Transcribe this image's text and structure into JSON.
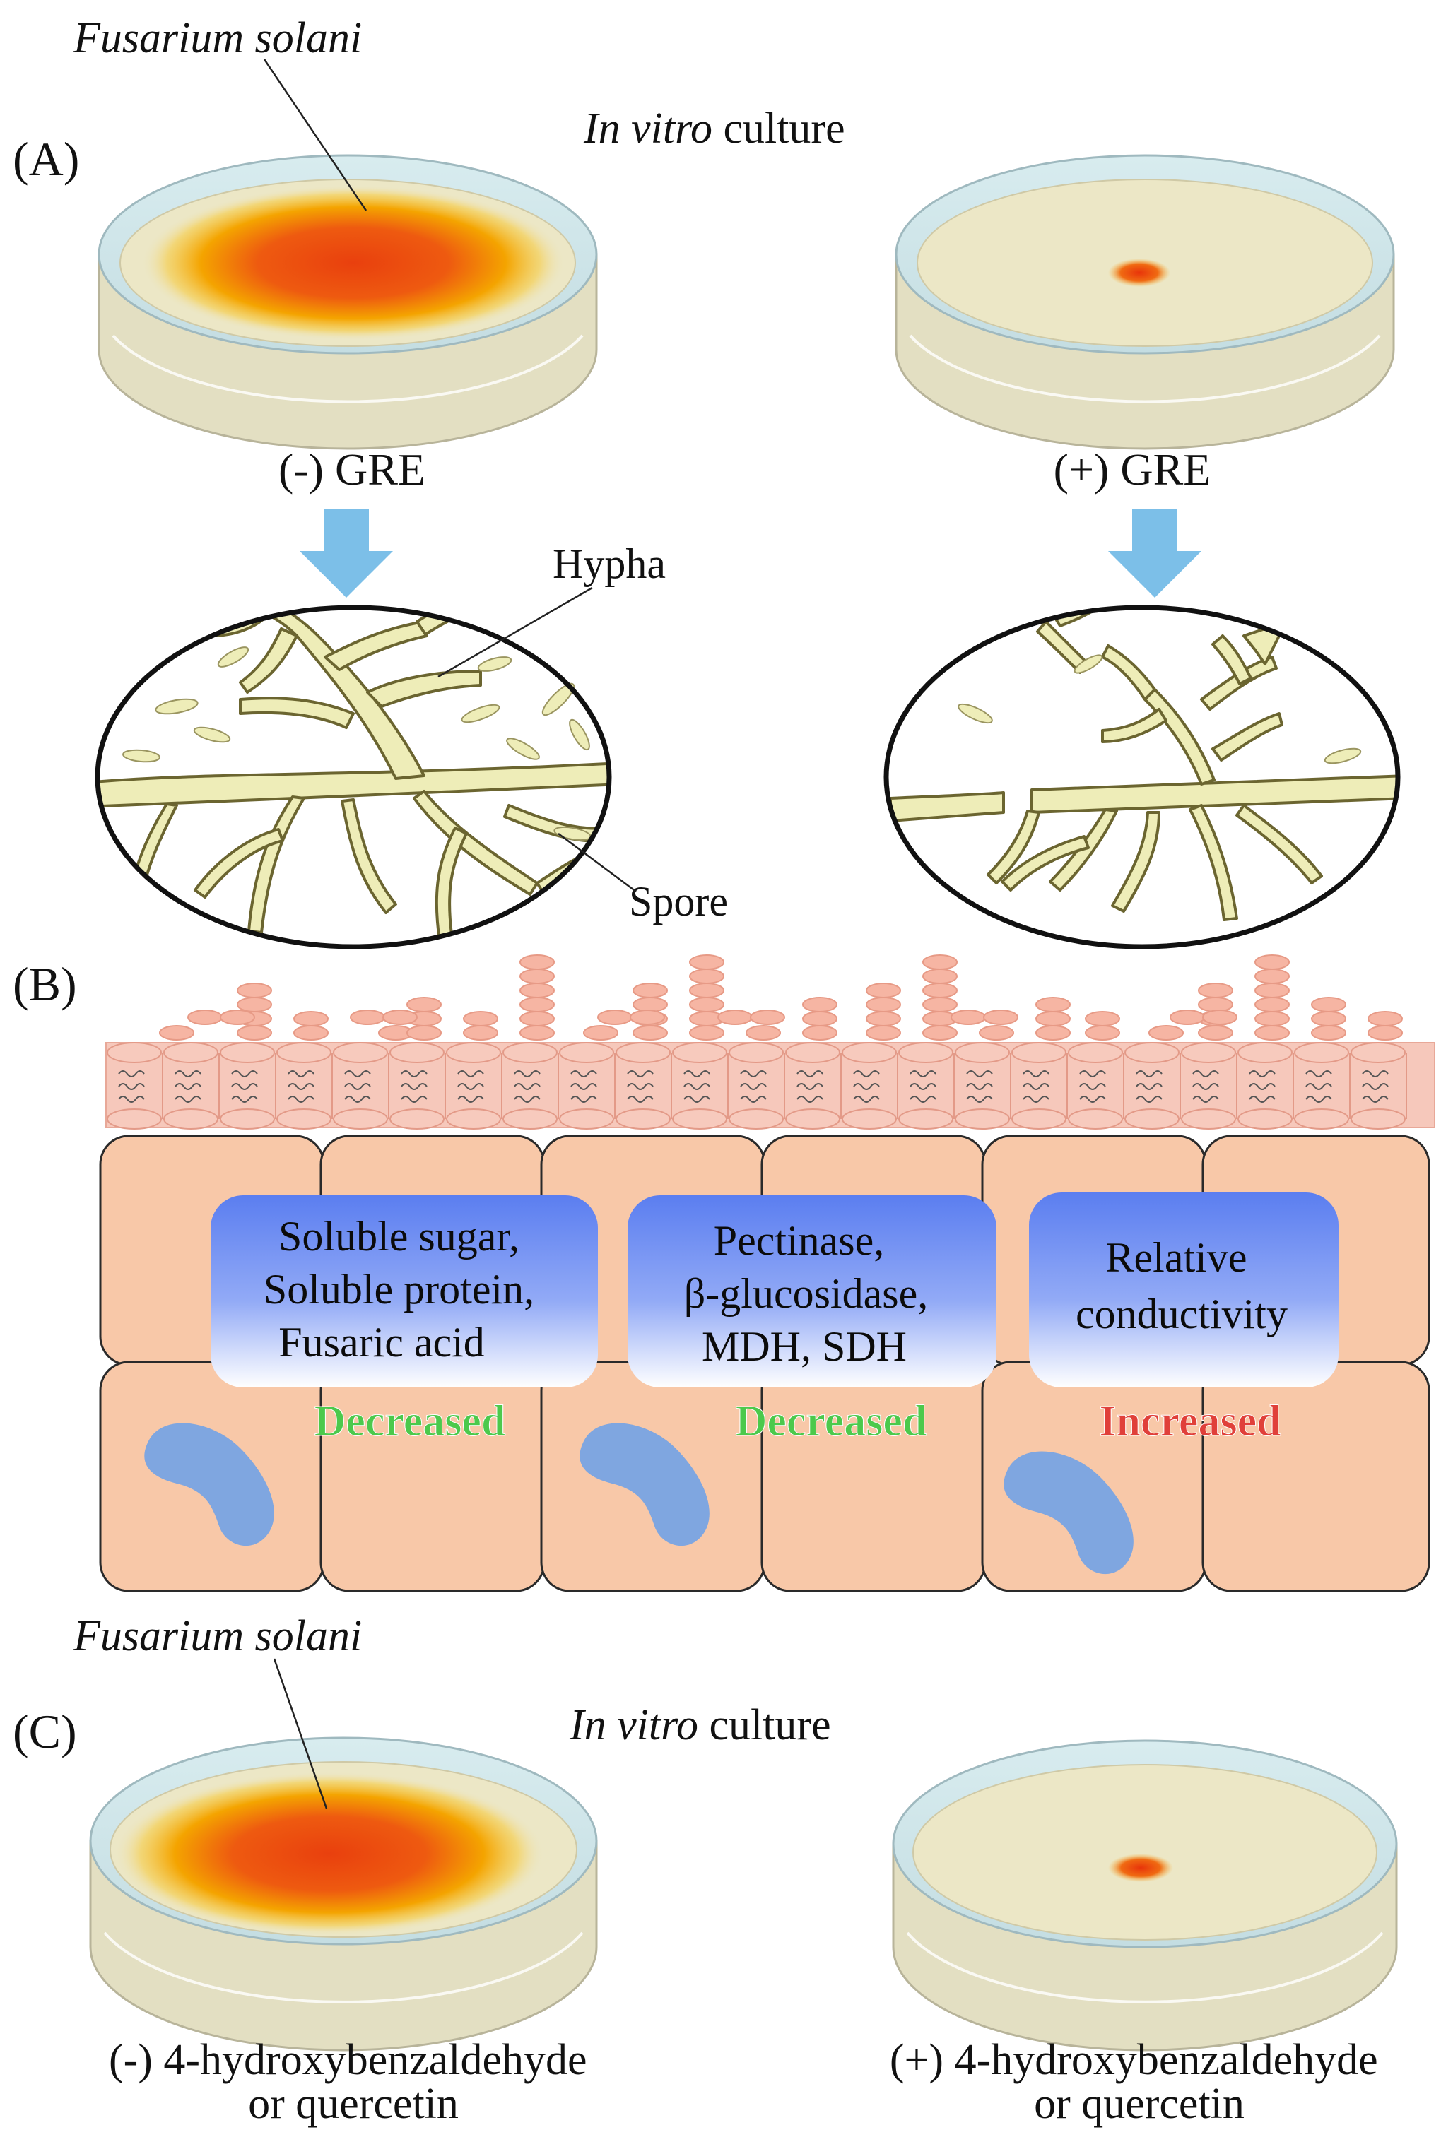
{
  "panel_a": {
    "label": "(A)",
    "species": "Fusarium solani",
    "culture_italic": "In vitro",
    "culture_rest": " culture",
    "left_condition": "(-) GRE",
    "right_condition": "(+) GRE",
    "hypha_label": "Hypha",
    "spore_label": "Spore"
  },
  "panel_b": {
    "label": "(B)",
    "boxes": [
      {
        "lines": [
          "Soluble sugar,",
          "Soluble protein,",
          "Fusaric acid"
        ],
        "outcome": "Decreased",
        "outcome_color": "#4cc94c"
      },
      {
        "lines": [
          "Pectinase,",
          "β-glucosidase,",
          "MDH, SDH"
        ],
        "outcome": "Decreased",
        "outcome_color": "#4cc94c"
      },
      {
        "lines": [
          "Relative",
          "conductivity"
        ],
        "outcome": "Increased",
        "outcome_color": "#e0403a"
      }
    ]
  },
  "panel_c": {
    "label": "(C)",
    "species": "Fusarium solani",
    "culture_italic": "In vitro",
    "culture_rest": " culture",
    "left_condition_line1": "(-) 4-hydroxybenzaldehyde",
    "left_condition_line2": "or quercetin",
    "right_condition_line1": "(+) 4-hydroxybenzaldehyde",
    "right_condition_line2": "or quercetin"
  },
  "colors": {
    "fungus_center": "#e8460f",
    "fungus_edge": "#f7c200",
    "agar": "#ece7c6",
    "arrow": "#7cbfe8",
    "hypha_fill": "#eeedb8",
    "cell_fill": "#f8c8a8",
    "nucleus": "#7fa6e0",
    "box_top": "#5b7ef0",
    "membrane": "#f6b7a8"
  }
}
